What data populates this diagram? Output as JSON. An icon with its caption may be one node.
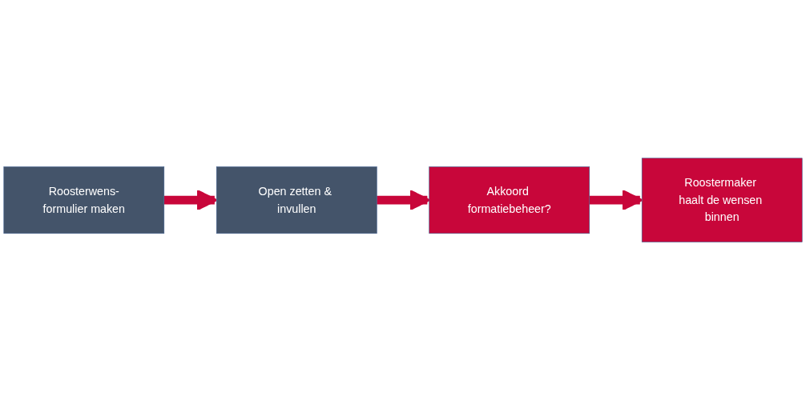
{
  "diagram": {
    "nodes": [
      {
        "text": [
          "Roosterwens-formulier maken"
        ]
      },
      {
        "text": [
          "Open zetten & invullen"
        ]
      },
      {
        "text": [
          "Akkoord formatiebeheer?"
        ]
      },
      {
        "text": [
          "Roostermaker haalt de wensen binnen"
        ]
      }
    ],
    "edges": [
      {
        "from": 0,
        "to": 1,
        "arrow": "to"
      },
      {
        "from": 1,
        "to": 2,
        "arrow": "to"
      },
      {
        "from": 2,
        "to": 3,
        "arrow": "to"
      }
    ]
  }
}
